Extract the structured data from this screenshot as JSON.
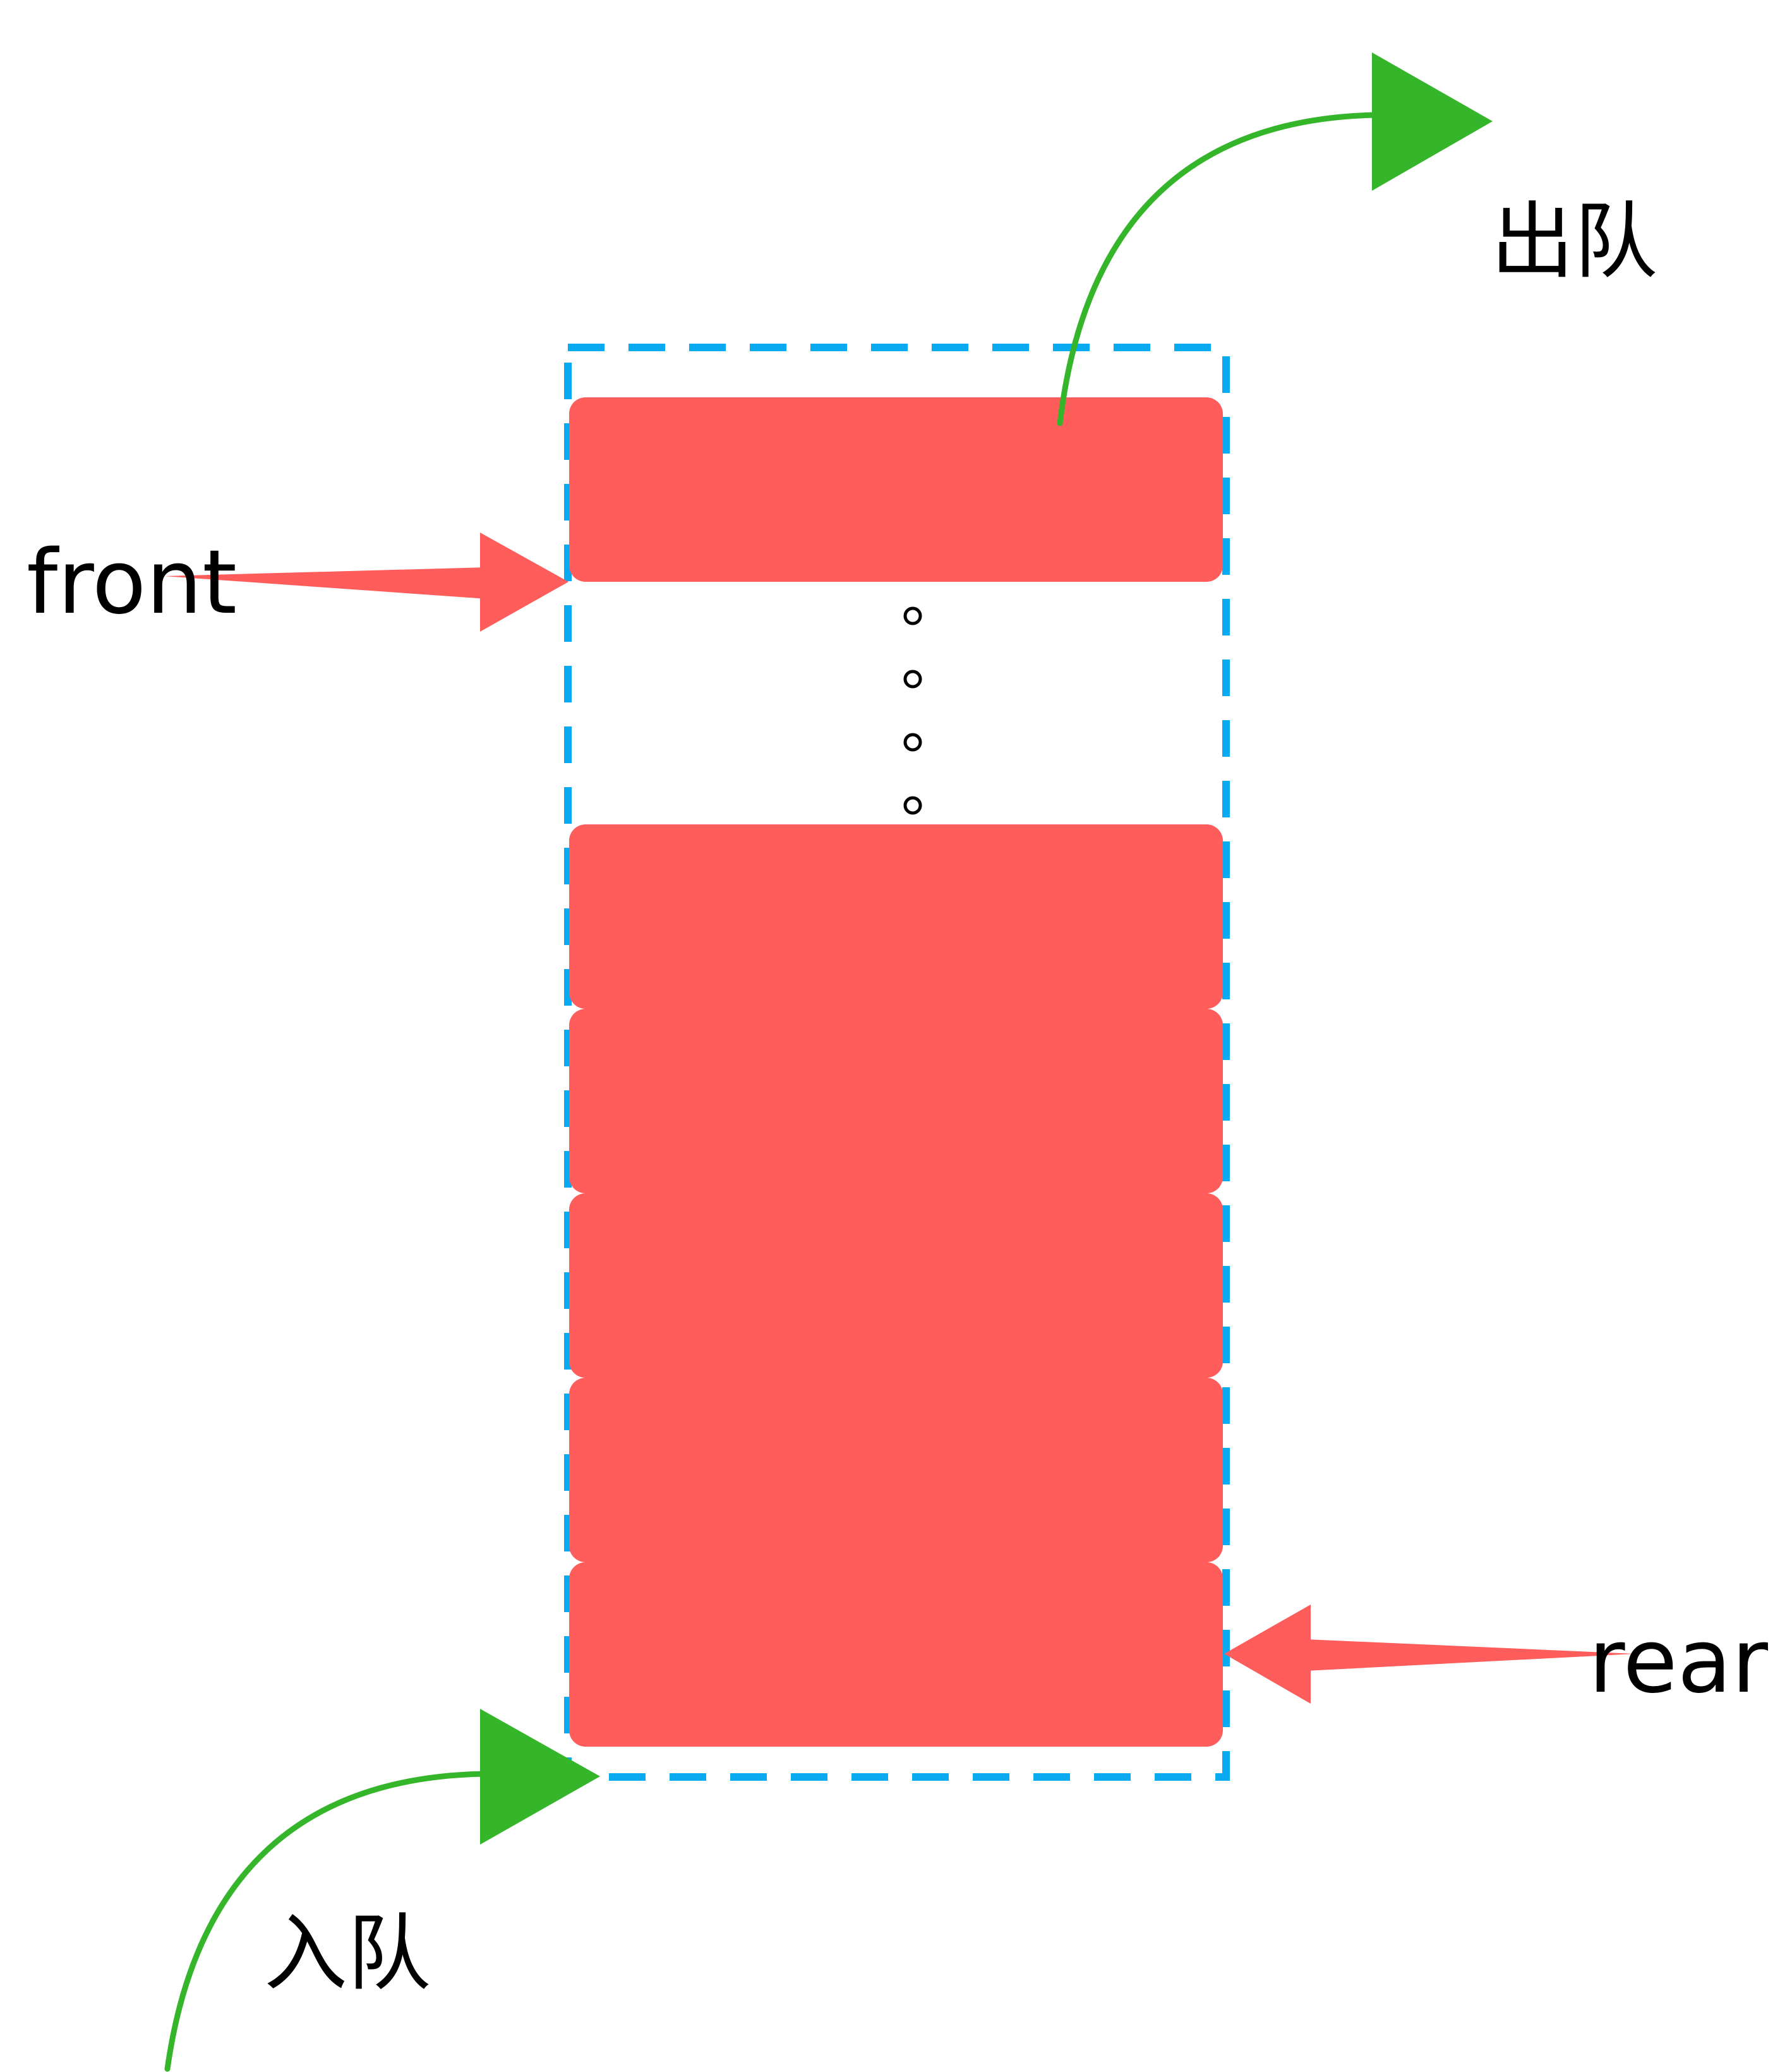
{
  "labels": {
    "dequeue": "出队",
    "enqueue": "入队",
    "front": "front",
    "rear": "rear"
  },
  "queue": {
    "visible_element_count": 6,
    "gap_indicator": "dots"
  },
  "colors": {
    "element": "#ff5c5c",
    "container_border": "#0aaaf0",
    "dequeue_arrow": "#34b52a",
    "enqueue_arrow": "#34b52a",
    "pointer_arrow": "#ff5c5c",
    "text": "#000000"
  }
}
